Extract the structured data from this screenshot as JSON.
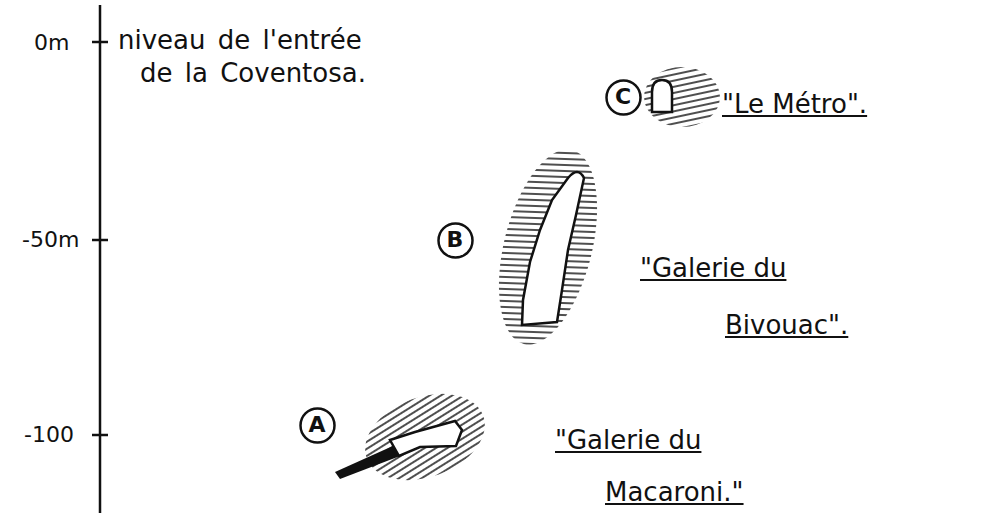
{
  "diagram": {
    "nodes": [
      {
        "text": [
          "C"
        ]
      },
      {
        "text": [
          "B"
        ]
      },
      {
        "text": [
          "A"
        ]
      }
    ],
    "labels": [
      "0m",
      "niveau de l'entrée de la Coventosa.",
      "-50m",
      "-100",
      "\"Le Métro\".",
      "\"Galerie du Bivouac\".",
      "\"Galerie du Macaroni.\""
    ]
  }
}
